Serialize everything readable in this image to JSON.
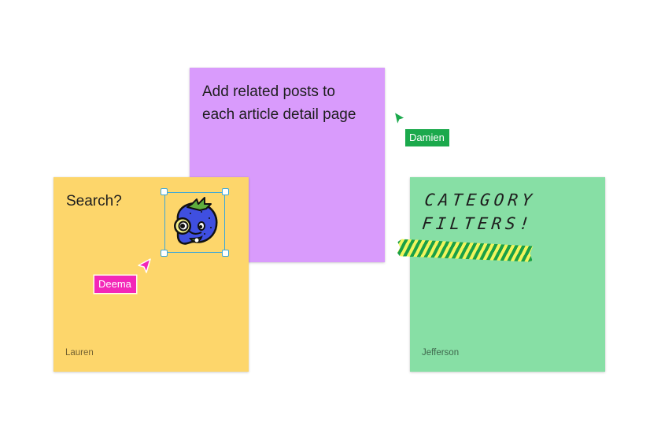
{
  "canvas": {
    "background": "#ffffff"
  },
  "notes": {
    "purple": {
      "text_line1": "Add related posts to",
      "text_line2": "each article detail page",
      "color": "#d99bfc"
    },
    "yellow": {
      "text": "Search?",
      "author": "Lauren",
      "color": "#fdd66b"
    },
    "green": {
      "text_line1": "CATEGORY",
      "text_line2": "FILTERS!",
      "author": "Jefferson",
      "color": "#87dfa5"
    }
  },
  "sticker": {
    "icon": "strawberry-magnifier-sticker",
    "selected": true,
    "selection_color": "#3ba7d9"
  },
  "tape": {
    "colors": [
      "#1aa047",
      "#f1f55d"
    ]
  },
  "cursors": [
    {
      "name": "Damien",
      "color": "#1ba94c"
    },
    {
      "name": "Deema",
      "color": "#f327b8"
    }
  ]
}
